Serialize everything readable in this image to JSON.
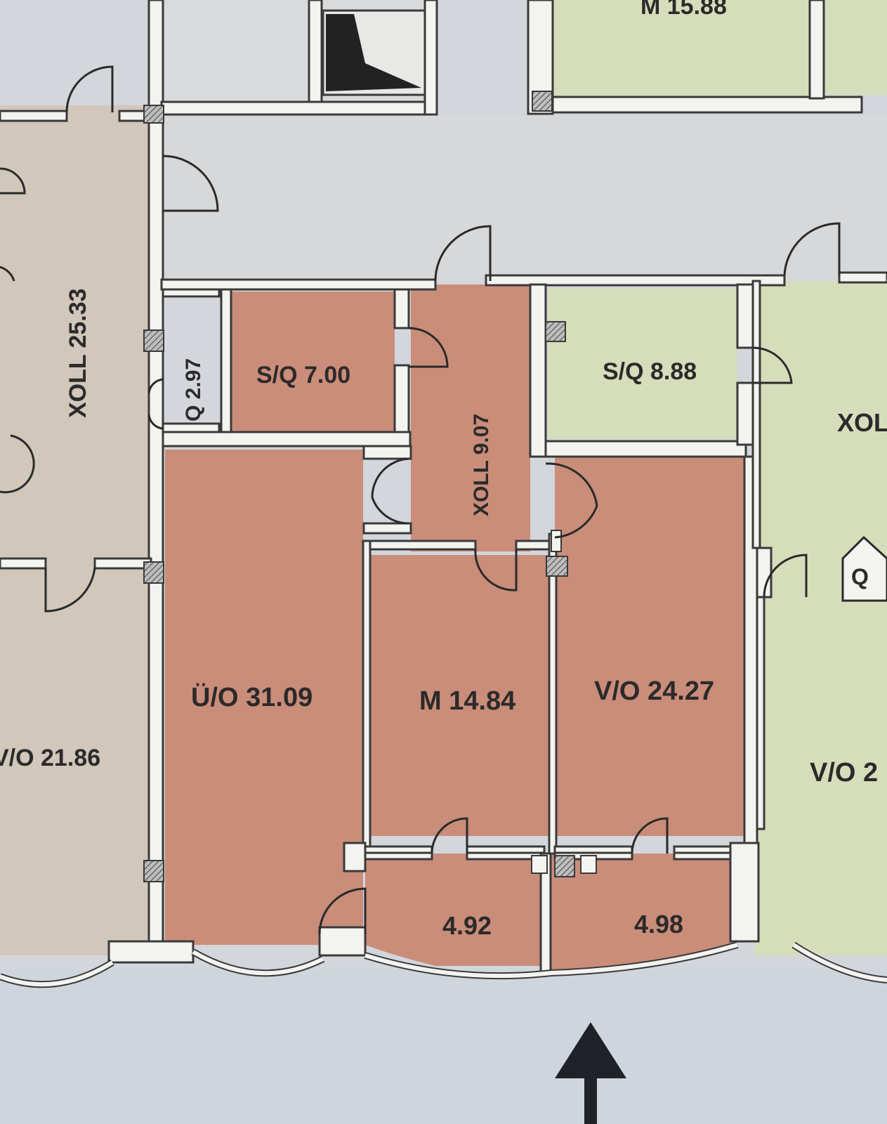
{
  "colors": {
    "background": "#d3d6db",
    "hall": "#d6d8da",
    "selected_unit": "#c98d7a",
    "green_unit": "#d6ddbb",
    "beige_unit": "#d1c7ba",
    "wall": "#f3f3f0",
    "wall_outline": "#3a3a3a"
  },
  "rooms": {
    "top_m": "M 15.88",
    "left_hall": "XOLL 25.33",
    "left_q": "Q 2.97",
    "left_vo": "V/O 21.86",
    "so_1": "S/Q 7.00",
    "hall_2": "XOLL 9.07",
    "so_2": "S/Q 8.88",
    "right_hall": "XOL",
    "right_q": "Q",
    "uo": "Ü/O 31.09",
    "m": "M 14.84",
    "vo": "V/O 24.27",
    "right_vo": "V/O 2",
    "balcony_1": "4.92",
    "balcony_2": "4.98"
  },
  "icons": {
    "entrance_arrow": "arrow-up-icon"
  }
}
